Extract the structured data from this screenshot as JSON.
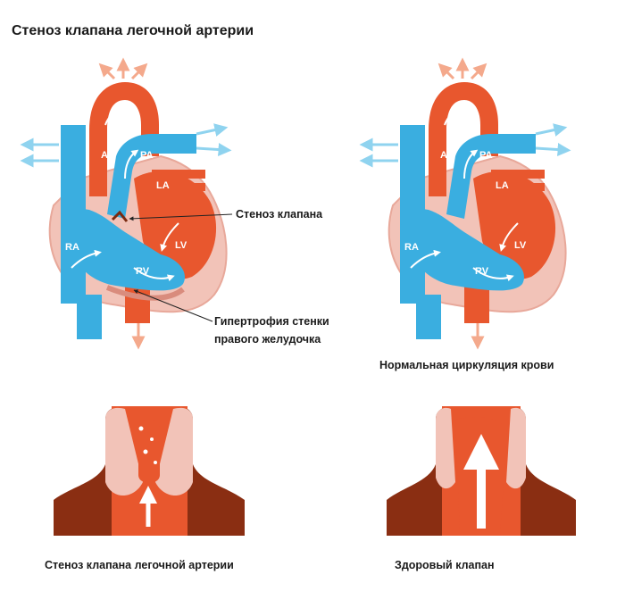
{
  "title": "Стеноз клапана легочной артерии",
  "left_heart": {
    "chambers": {
      "ao": "Ao",
      "pa": "PA",
      "la": "LA",
      "ra": "RA",
      "lv": "LV",
      "rv": "RV"
    },
    "callouts": {
      "stenosis": "Стеноз клапана",
      "hypertrophy_line1": "Гипертрофия стенки",
      "hypertrophy_line2": "правого желудочка"
    }
  },
  "right_heart": {
    "chambers": {
      "ao": "Ao",
      "pa": "PA",
      "la": "LA",
      "ra": "RA",
      "lv": "LV",
      "rv": "RV"
    },
    "caption": "Нормальная циркуляция крови"
  },
  "valves": {
    "stenotic_caption": "Стеноз клапана легочной артерии",
    "healthy_caption": "Здоровый клапан"
  },
  "colors": {
    "blue": "#3aaee0",
    "red": "#e8572e",
    "pink": "#f2c3b8",
    "dark_brown": "#8a2e12",
    "arrow_salmon": "#f4a98c",
    "arrow_blue": "#8fd3ef"
  }
}
